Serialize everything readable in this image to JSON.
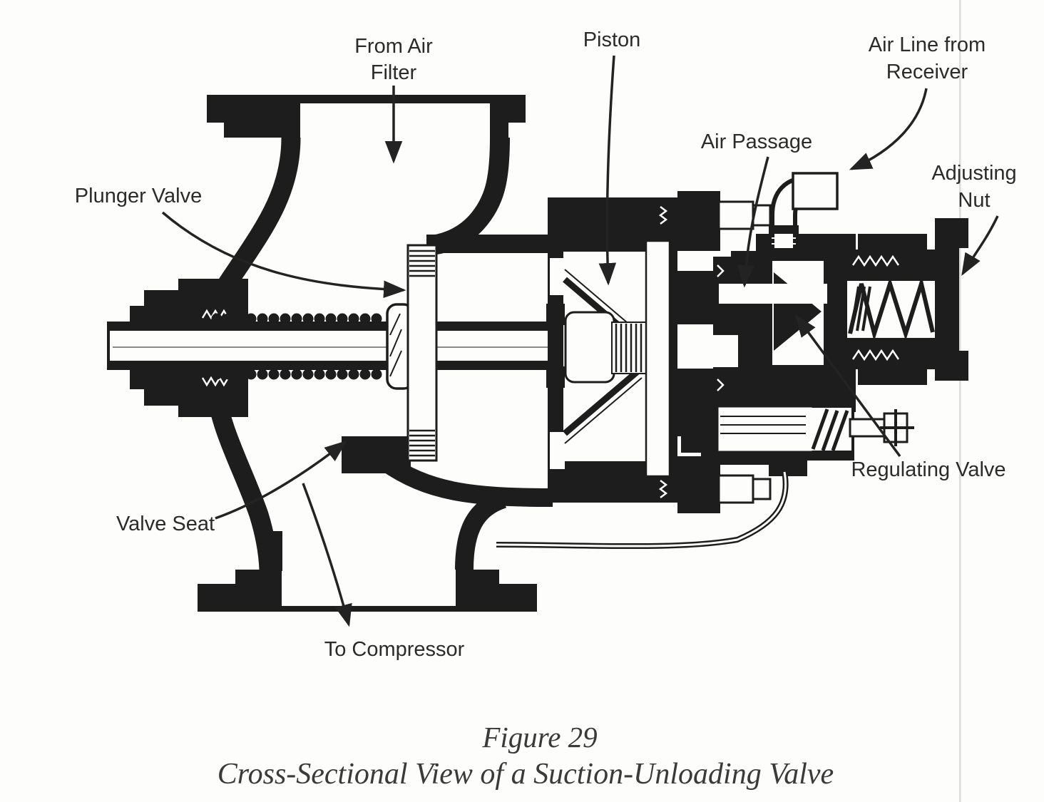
{
  "figure": {
    "caption_line1": "Figure 29",
    "caption_line2": "Cross-Sectional View of a Suction-Unloading Valve"
  },
  "labels": {
    "from_air_filter_line1": "From Air",
    "from_air_filter_line2": "Filter",
    "piston": "Piston",
    "air_line_line1": "Air Line from",
    "air_line_line2": "Receiver",
    "air_passage": "Air Passage",
    "adjusting_nut_line1": "Adjusting",
    "adjusting_nut_line2": "Nut",
    "plunger_valve": "Plunger Valve",
    "regulating_valve": "Regulating Valve",
    "valve_seat": "Valve Seat",
    "to_compressor": "To Compressor"
  },
  "colors": {
    "ink": "#1d1d1d",
    "label_text": "#2b2b2b",
    "caption_text": "#3a3a3a",
    "paper": "#fdfdfc",
    "scan_line": "#dcdcd8"
  }
}
